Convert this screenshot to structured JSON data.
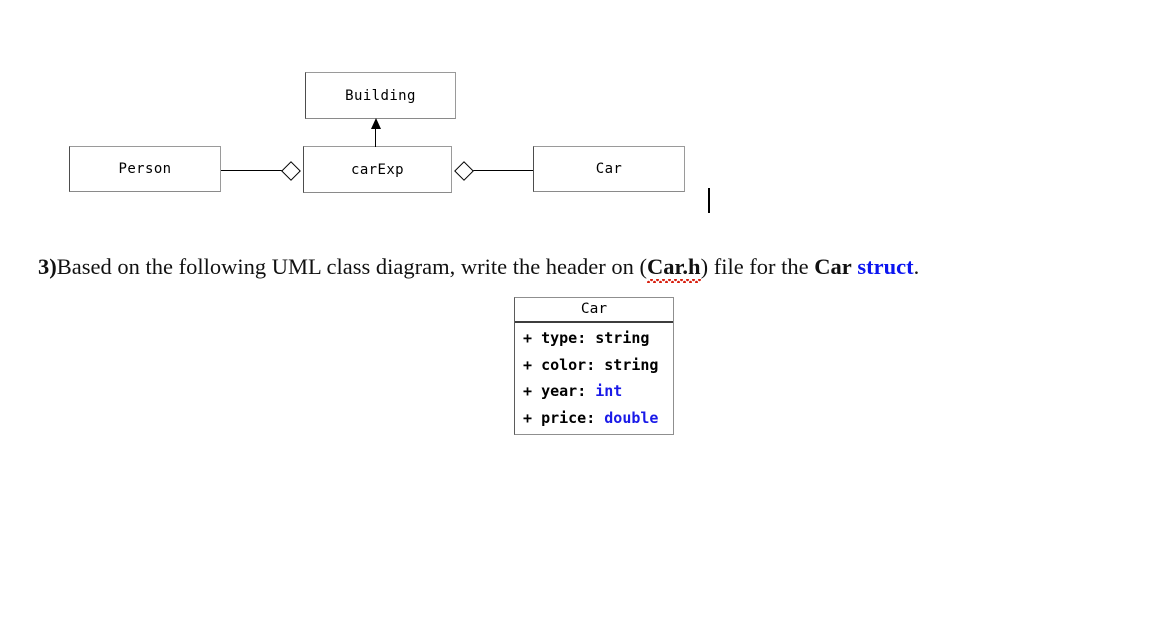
{
  "diagram": {
    "title": "UML aggregation diagram",
    "boxes": [
      {
        "id": "building",
        "label": "Building"
      },
      {
        "id": "person",
        "label": "Person"
      },
      {
        "id": "carExp",
        "label": "carExp"
      },
      {
        "id": "car",
        "label": "Car"
      }
    ],
    "relations": [
      {
        "type": "aggregation",
        "from": "person",
        "to": "carExp",
        "marker": "hollow-diamond"
      },
      {
        "type": "aggregation",
        "from": "car",
        "to": "carExp",
        "marker": "hollow-diamond"
      },
      {
        "type": "generalization",
        "from": "carExp",
        "to": "building",
        "marker": "solid-arrow"
      }
    ]
  },
  "question": {
    "number": "3)",
    "part1": "Based on the following UML class diagram, write the header on (",
    "filename": "Car.h",
    "part2": ") file for the ",
    "class_word": "Car",
    "keyword": "struct",
    "end": ".",
    "keyword_color": "#0b15f0",
    "spellcheck_underline_color": "#d81f0f"
  },
  "car_class": {
    "name": "Car",
    "attributes": [
      {
        "visibility": "+",
        "name": "type",
        "type": "string",
        "type_color": "black"
      },
      {
        "visibility": "+",
        "name": "color",
        "type": "string",
        "type_color": "black"
      },
      {
        "visibility": "+",
        "name": "year",
        "type": "int",
        "type_color": "blue"
      },
      {
        "visibility": "+",
        "name": "price",
        "type": "double",
        "type_color": "blue"
      }
    ]
  },
  "artifacts": {
    "caret": "text-cursor"
  }
}
